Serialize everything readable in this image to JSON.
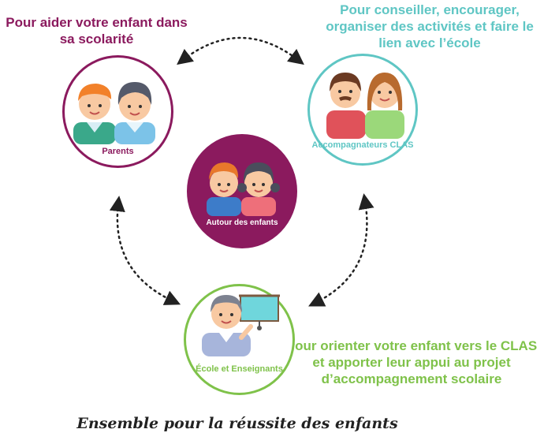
{
  "captions": {
    "parents": "Pour aider votre enfant dans sa scolarité",
    "accompagnateurs": "Pour conseiller, encourager, organiser des activités et faire le lien avec l’école",
    "ecole": "Pour orienter votre enfant vers le CLAS et apporter leur appui au projet d’accompagnement scolaire"
  },
  "nodes": {
    "parents": "Parents",
    "accompagnateurs": "Accompagnateurs CLAS",
    "enfants": "Autour des enfants",
    "ecole": "École et Enseignants"
  },
  "footer": {
    "title": "Ensemble pour la réussite des enfants"
  },
  "colors": {
    "parents": "#8b1a5e",
    "accompagnateurs": "#5fc6c4",
    "ecole": "#7fc24a",
    "arrows": "#222222"
  }
}
